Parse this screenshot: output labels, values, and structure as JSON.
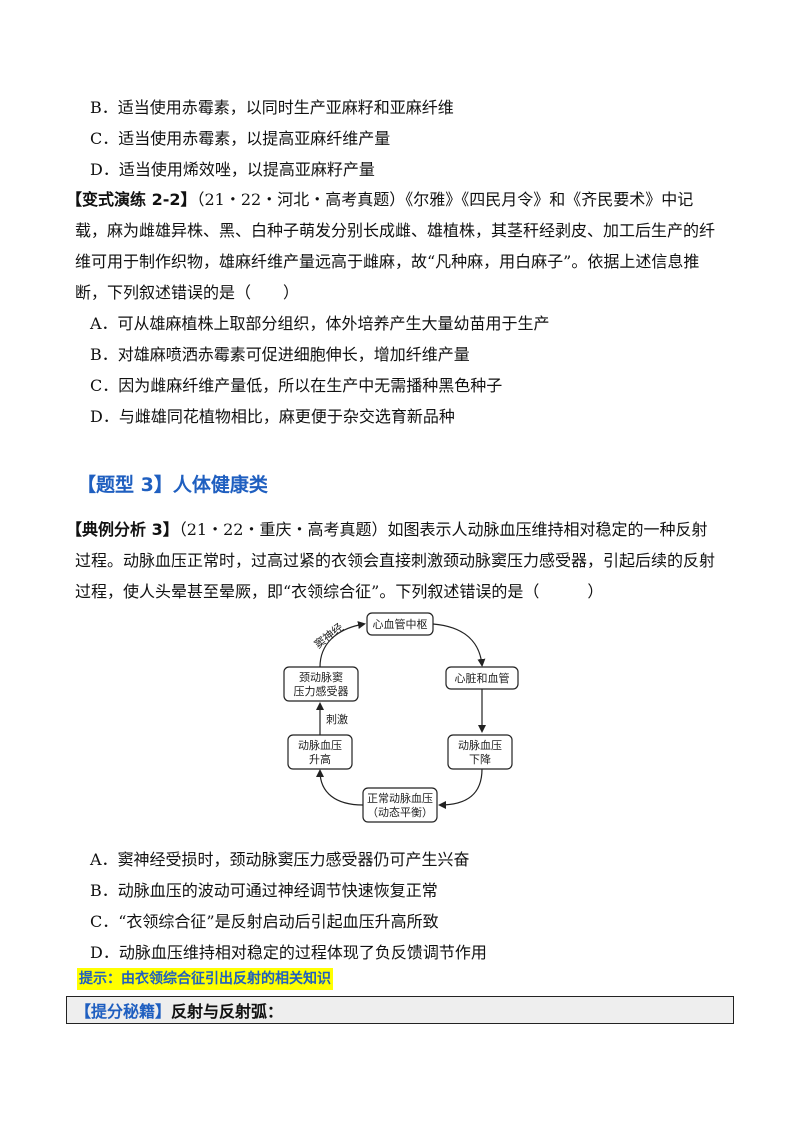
{
  "top_options": {
    "B": "B．适当使用赤霉素，以同时生产亚麻籽和亚麻纤维",
    "C": "C．适当使用赤霉素，以提高亚麻纤维产量",
    "D": "D．适当使用烯效唑，以提高亚麻籽产量"
  },
  "variant": {
    "tag": "【变式演练 2-2】",
    "lines": [
      "（21・22・河北・高考真题）《尔雅》《四民月令》和《齐民要术》中记",
      "载，麻为雌雄异株、黑、白种子萌发分别长成雌、雄植株，其茎秆经剥皮、加工后生产的纤",
      "维可用于制作织物，雄麻纤维产量远高于雌麻，故“凡种麻，用白麻子”。依据上述信息推",
      "断，下列叙述错误的是（　　）"
    ],
    "options": {
      "A": "A．可从雄麻植株上取部分组织，体外培养产生大量幼苗用于生产",
      "B": "B．对雄麻喷洒赤霉素可促进细胞伸长，增加纤维产量",
      "C": "C．因为雌麻纤维产量低，所以在生产中无需播种黑色种子",
      "D": "D．与雌雄同花植物相比，麻更便于杂交选育新品种"
    }
  },
  "section_heading": "【题型 3】人体健康类",
  "example": {
    "tag": "【典例分析 3】",
    "lines": [
      "（21・22・重庆・高考真题）如图表示人动脉血压维持相对稳定的一种反射",
      "过程。动脉血压正常时，过高过紧的衣领会直接刺激颈动脉窦压力感受器，引起后续的反射",
      "过程，使人头晕甚至晕厥，即“衣领综合征”。下列叙述错误的是（　　　）"
    ],
    "options": {
      "A": "A．窦神经受损时，颈动脉窦压力感受器仍可产生兴奋",
      "B": "B．动脉血压的波动可通过神经调节快速恢复正常",
      "C": "C．“衣领综合征”是反射启动后引起血压升高所致",
      "D": "D．动脉血压维持相对稳定的过程体现了负反馈调节作用"
    }
  },
  "diagram": {
    "center": "心血管中枢",
    "heart": "心脏和血管",
    "drop_1": "动脉血压",
    "drop_2": "下降",
    "normal_1": "正常动脉血压",
    "normal_2": "（动态平衡）",
    "rise_1": "动脉血压",
    "rise_2": "升高",
    "receptor_1": "颈动脉窦",
    "receptor_2": "压力感受器",
    "label_nerve": "窦神经",
    "label_stim": "刺激"
  },
  "hint": "提示：由衣领综合征引出反射的相关知识",
  "tip_box": {
    "tag": "【提分秘籍】",
    "text": "反射与反射弧："
  }
}
